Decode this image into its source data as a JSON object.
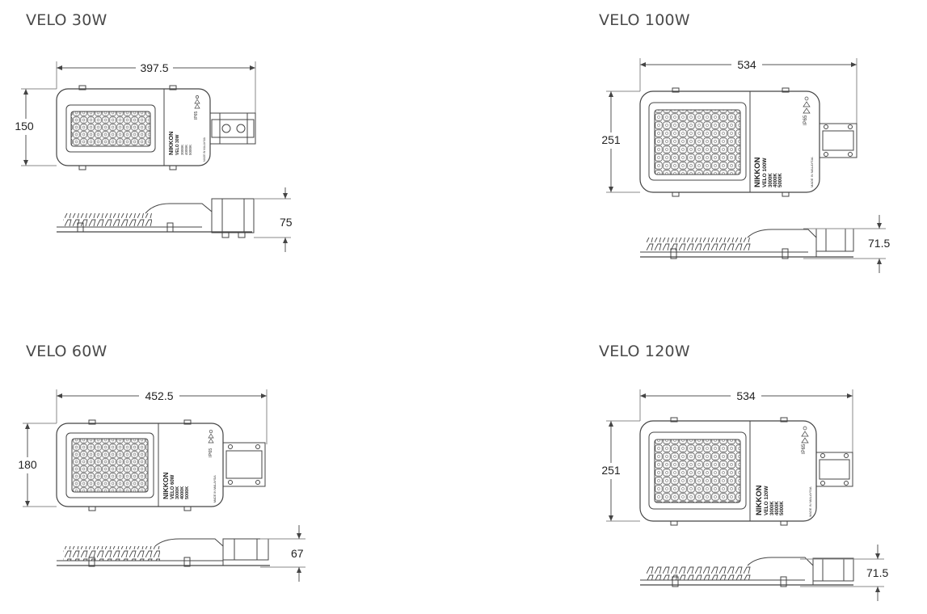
{
  "models": [
    {
      "title": "VELO 30W",
      "width_dim": "397.5",
      "height_dim": "150",
      "depth_dim": "75",
      "brand": "NIKKON",
      "model_label": "VELO 30W",
      "temps": [
        "3000K",
        "4000K",
        "5000K"
      ],
      "ip_label": "IP65",
      "made_in": "MADE IN MALAYSIA"
    },
    {
      "title": "VELO 100W",
      "width_dim": "534",
      "height_dim": "251",
      "depth_dim": "71.5",
      "brand": "NIKKON",
      "model_label": "VELO 100W",
      "temps": [
        "3000K",
        "4000K",
        "5000K"
      ],
      "ip_label": "IP65",
      "made_in": "MADE IN MALAYSIA"
    },
    {
      "title": "VELO 60W",
      "width_dim": "452.5",
      "height_dim": "180",
      "depth_dim": "67",
      "brand": "NIKKON",
      "model_label": "VELO 60W",
      "temps": [
        "3000K",
        "4000K",
        "5000K"
      ],
      "ip_label": "IP65",
      "made_in": "MADE IN MALAYSIA"
    },
    {
      "title": "VELO 120W",
      "width_dim": "534",
      "height_dim": "251",
      "depth_dim": "71.5",
      "brand": "NIKKON",
      "model_label": "VELO 120W",
      "temps": [
        "3000K",
        "4000K",
        "5000K"
      ],
      "ip_label": "IP65",
      "made_in": "MADE IN MALAYSIA"
    }
  ]
}
